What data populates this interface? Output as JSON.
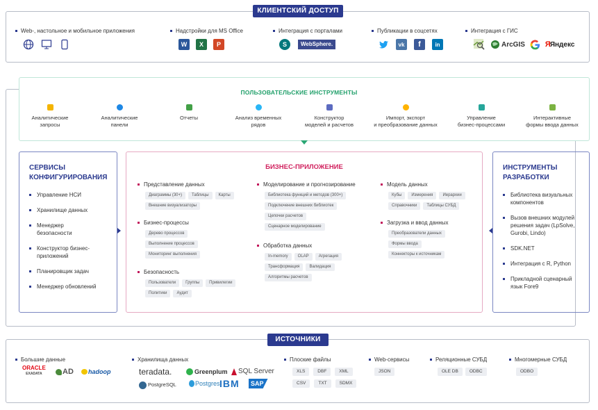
{
  "client": {
    "title": "КЛИЕНТСКИЙ ДОСТУП",
    "groups": [
      {
        "label": "Web-, настольное и мобильное приложения"
      },
      {
        "label": "Надстройки для MS Office"
      },
      {
        "label": "Интеграция с порталами"
      },
      {
        "label": "Публикации в соцсетях"
      },
      {
        "label": "Интеграция с ГИС"
      }
    ],
    "logos": {
      "websphere": "WebSphere.",
      "arcgis": "ArcGIS",
      "yandex": "Яндекс",
      "vk": "vk",
      "fb": "f",
      "in": "in"
    }
  },
  "tools": {
    "title": "ПОЛЬЗОВАТЕЛЬСКИЕ ИНСТРУМЕНТЫ",
    "items": [
      {
        "l1": "Аналитические",
        "l2": "запросы"
      },
      {
        "l1": "Аналитические",
        "l2": "панели"
      },
      {
        "l1": "Отчеты",
        "l2": ""
      },
      {
        "l1": "Анализ временных",
        "l2": "рядов"
      },
      {
        "l1": "Конструктор",
        "l2": "моделей и расчетов"
      },
      {
        "l1": "Импорт, экспорт",
        "l2": "и преобразование данных"
      },
      {
        "l1": "Управление",
        "l2": "бизнес-процессами"
      },
      {
        "l1": "Интерактивные",
        "l2": "формы ввода данных"
      }
    ]
  },
  "config": {
    "title1": "СЕРВИСЫ",
    "title2": "КОНФИГУРИРОВАНИЯ",
    "items": [
      "Управление НСИ",
      "Хранилище данных",
      "Менеджер безопасности",
      "Конструктор бизнес-приложений",
      "Планировщик задач",
      "Менеджер обновлений"
    ]
  },
  "dev": {
    "title1": "ИНСТРУМЕНТЫ",
    "title2": "РАЗРАБОТКИ",
    "items": [
      "Библиотека визуальных компонентов",
      "Вызов внешних модулей решения задач (LpSolve, Gurobi, Lindo)",
      "SDK.NET",
      "Интеграция с R, Python",
      "Прикладной сценарный язык Fore9"
    ]
  },
  "business": {
    "title": "БИЗНЕС-ПРИЛОЖЕНИЕ",
    "col1": [
      {
        "label": "Представление данных",
        "chips": [
          "Диаграммы (30+)",
          "Таблицы",
          "Карты",
          "Внешние визуализаторы"
        ]
      },
      {
        "label": "Бизнес-процессы",
        "chips": [
          "Дерево процессов",
          "Выполнение процессов",
          "Мониторинг выполнения"
        ]
      },
      {
        "label": "Безопасность",
        "chips": [
          "Пользователи",
          "Группы",
          "Привилегии",
          "Политики",
          "Аудит"
        ]
      }
    ],
    "col2": [
      {
        "label": "Моделирование и прогнозирование",
        "chips": [
          "Библиотека функций и методов (300+)",
          "Подключение внешних библиотек",
          "Цепочки расчетов",
          "Сценарное моделирование"
        ]
      },
      {
        "label": "Обработка данных",
        "chips": [
          "In-memory",
          "OLAP",
          "Агрегация",
          "Трансформация",
          "Валидация",
          "Алгоритмы расчетов"
        ]
      }
    ],
    "col3": [
      {
        "label": "Модель данных",
        "chips": [
          "Кубы",
          "Измерения",
          "Иерархии",
          "Справочники",
          "Таблицы СУБД"
        ]
      },
      {
        "label": "Загрузка и ввод данных",
        "chips": [
          "Преобразователи данных",
          "Формы ввода",
          "Коннекторы к источникам"
        ]
      }
    ]
  },
  "sources": {
    "title": "ИСТОЧНИКИ",
    "groups": [
      {
        "label": "Большие данные"
      },
      {
        "label": "Хранилища данных"
      },
      {
        "label": "Плоские файлы",
        "chips": [
          "XLS",
          "DBF",
          "XML",
          "CSV",
          "TXT",
          "SDMX"
        ]
      },
      {
        "label": "Web-сервисы",
        "chips": [
          "JSON"
        ]
      },
      {
        "label": "Реляционные СУБД",
        "chips": [
          "OLE DB",
          "ODBC"
        ]
      },
      {
        "label": "Многомерные СУБД",
        "chips": [
          "ODBO"
        ]
      }
    ],
    "logos": {
      "oracle": "ORACLE",
      "exadata": "EXADATA",
      "ad": "AD",
      "hadoop": "hadoop",
      "teradata": "teradata.",
      "greenplum": "Greenplum",
      "sqlserver": "SQL Server",
      "postgresql": "PostgreSQL",
      "postgres": "Postgres",
      "ibm": "IBM",
      "sap": "SAP"
    }
  }
}
